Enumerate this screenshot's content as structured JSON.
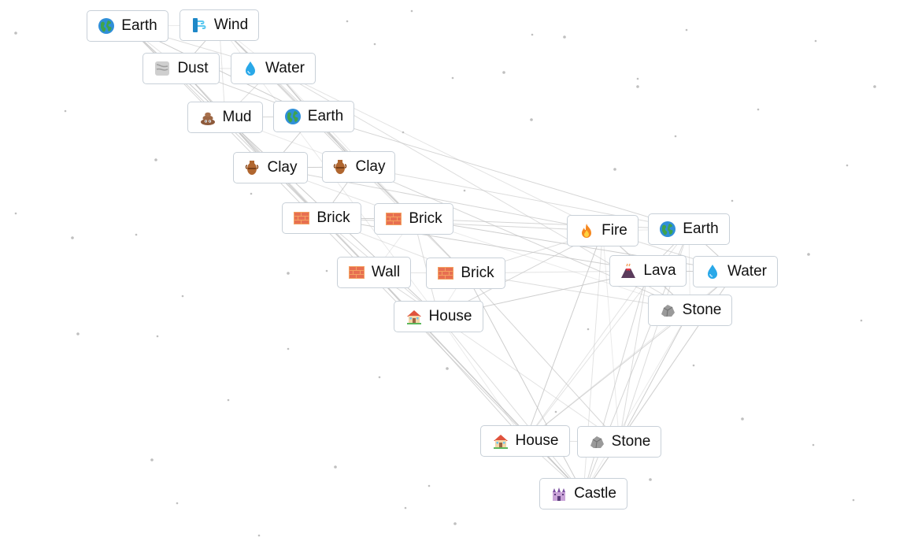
{
  "elements": [
    {
      "label": "Earth",
      "icon": "earth-icon"
    },
    {
      "label": "Wind",
      "icon": "wind-icon"
    },
    {
      "label": "Dust",
      "icon": "dust-icon"
    },
    {
      "label": "Water",
      "icon": "water-icon"
    },
    {
      "label": "Mud",
      "icon": "mud-icon"
    },
    {
      "label": "Earth",
      "icon": "earth-icon"
    },
    {
      "label": "Clay",
      "icon": "clay-icon"
    },
    {
      "label": "Clay",
      "icon": "clay-icon"
    },
    {
      "label": "Brick",
      "icon": "brick-icon"
    },
    {
      "label": "Brick",
      "icon": "brick-icon"
    },
    {
      "label": "Wall",
      "icon": "brick-icon"
    },
    {
      "label": "Brick",
      "icon": "brick-icon"
    },
    {
      "label": "House",
      "icon": "house-icon"
    },
    {
      "label": "Fire",
      "icon": "fire-icon"
    },
    {
      "label": "Earth",
      "icon": "earth-icon"
    },
    {
      "label": "Lava",
      "icon": "volcano-icon"
    },
    {
      "label": "Water",
      "icon": "water-icon"
    },
    {
      "label": "Stone",
      "icon": "rock-icon"
    },
    {
      "label": "House",
      "icon": "house-icon"
    },
    {
      "label": "Stone",
      "icon": "rock-icon"
    },
    {
      "label": "Castle",
      "icon": "castle-icon"
    }
  ],
  "colors": {
    "background": "#ffffff",
    "border": "#c8d0d8",
    "connector": "#c4c4c4",
    "dot": "#bfbfbf"
  }
}
